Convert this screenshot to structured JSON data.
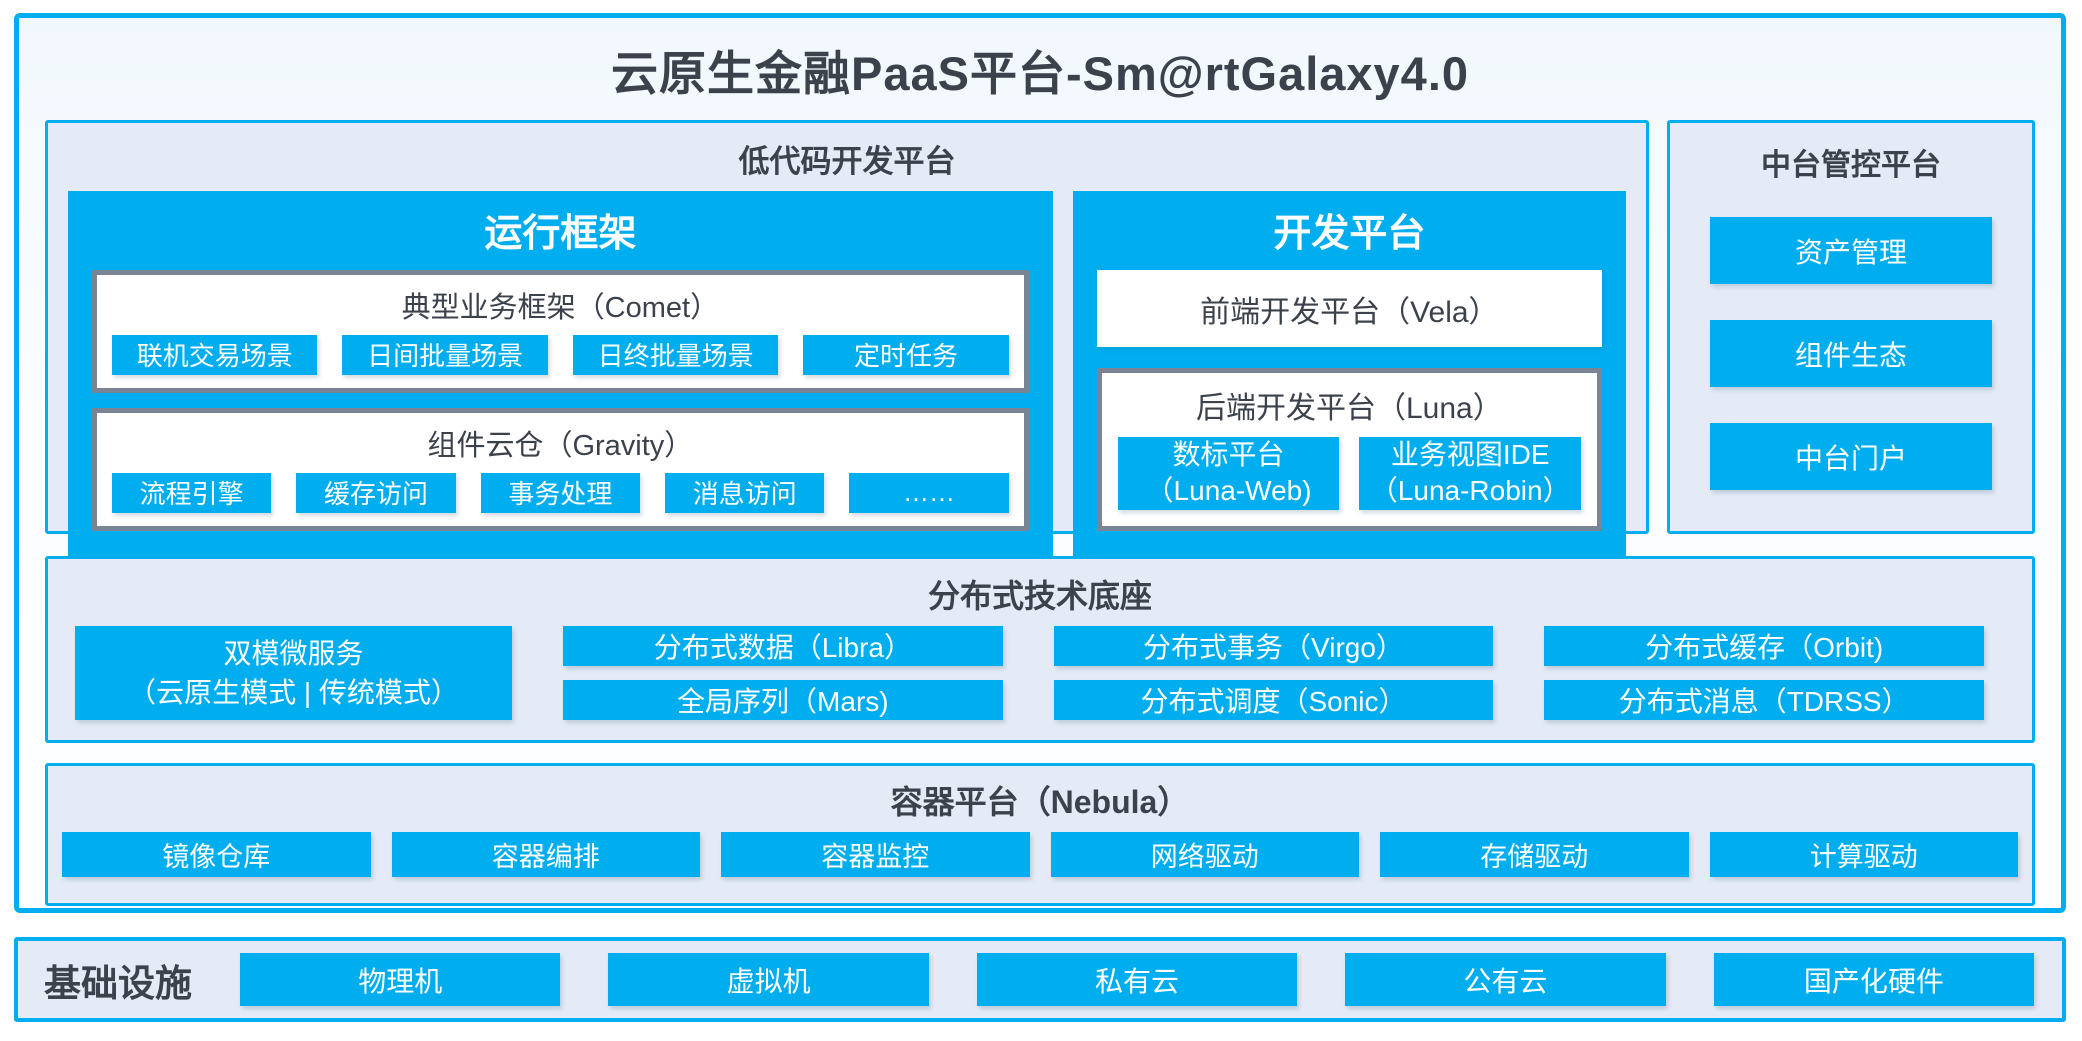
{
  "title": "云原生金融PaaS平台-Sm@rtGalaxy4.0",
  "colors": {
    "accent": "#00ADEE",
    "panel_bg": "#E4EBF6",
    "gray_border": "#7A8494",
    "dark_text": "#3C424B"
  },
  "lowcode": {
    "title": "低代码开发平台",
    "runtime": {
      "title": "运行框架",
      "comet": {
        "title": "典型业务框架（Comet）",
        "items": [
          "联机交易场景",
          "日间批量场景",
          "日终批量场景",
          "定时任务"
        ]
      },
      "gravity": {
        "title": "组件云仓（Gravity）",
        "items": [
          "流程引擎",
          "缓存访问",
          "事务处理",
          "消息访问",
          "……"
        ]
      }
    },
    "dev": {
      "title": "开发平台",
      "vela": "前端开发平台（Vela）",
      "luna": {
        "title": "后端开发平台（Luna）",
        "items": [
          {
            "line1": "数标平台",
            "line2": "（Luna-Web)"
          },
          {
            "line1": "业务视图IDE",
            "line2": "（Luna-Robin）"
          }
        ]
      }
    }
  },
  "middle": {
    "title": "中台管控平台",
    "items": [
      "资产管理",
      "组件生态",
      "中台门户"
    ]
  },
  "distributed": {
    "title": "分布式技术底座",
    "dual_mode": {
      "line1": "双模微服务",
      "line2": "（云原生模式 | 传统模式）"
    },
    "grid": [
      [
        "分布式数据（Libra）",
        "分布式事务（Virgo）",
        "分布式缓存（Orbit)"
      ],
      [
        "全局序列（Mars)",
        "分布式调度（Sonic）",
        "分布式消息（TDRSS）"
      ]
    ]
  },
  "container": {
    "title": "容器平台（Nebula）",
    "items": [
      "镜像仓库",
      "容器编排",
      "容器监控",
      "网络驱动",
      "存储驱动",
      "计算驱动"
    ]
  },
  "infra": {
    "title": "基础设施",
    "items": [
      "物理机",
      "虚拟机",
      "私有云",
      "公有云",
      "国产化硬件"
    ]
  }
}
